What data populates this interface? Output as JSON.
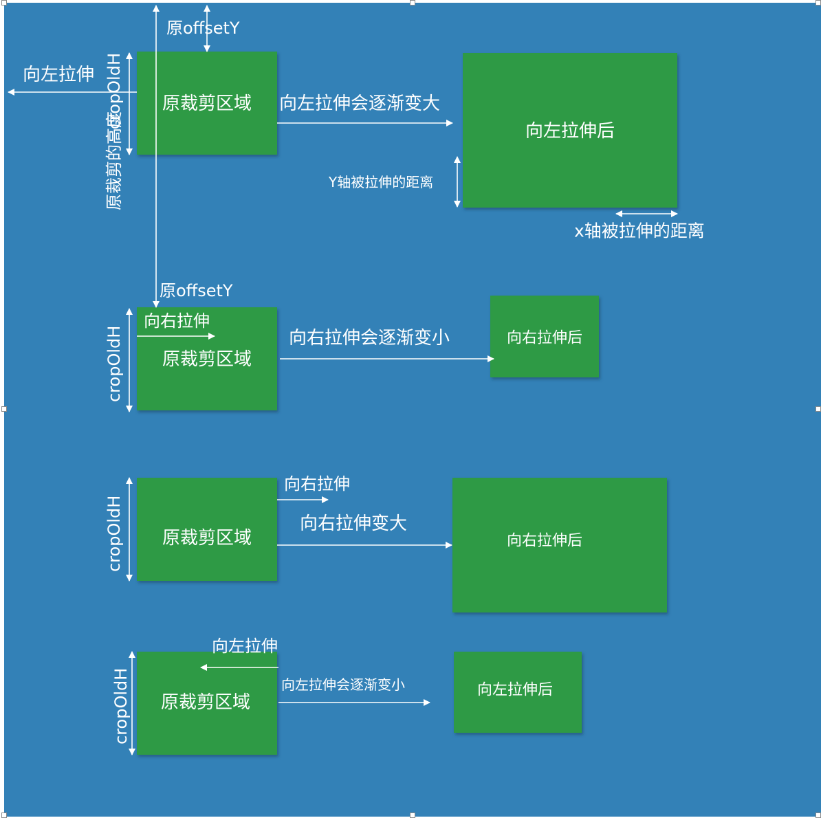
{
  "colors": {
    "background": "#3381b7",
    "box_fill": "#2f9a45",
    "box_shadow": "#23506f",
    "ink": "#ffffff"
  },
  "boxes": [
    {
      "id": "orig-1",
      "label": "原裁剪区域"
    },
    {
      "id": "after-1",
      "label": "向左拉伸后"
    },
    {
      "id": "orig-2",
      "label": "原裁剪区域"
    },
    {
      "id": "after-2",
      "label": "向右拉伸后"
    },
    {
      "id": "orig-3",
      "label": "原裁剪区域"
    },
    {
      "id": "after-3",
      "label": "向右拉伸后"
    },
    {
      "id": "orig-4",
      "label": "原裁剪区域"
    },
    {
      "id": "after-4",
      "label": "向左拉伸后"
    }
  ],
  "annotations": [
    {
      "id": "offset-y-top",
      "text": "原offsetY"
    },
    {
      "id": "stretch-left-1",
      "text": "向左拉伸"
    },
    {
      "id": "crop-old-h-1",
      "text": "cropOldH"
    },
    {
      "id": "orig-crop-height",
      "text": "原裁剪的高度"
    },
    {
      "id": "grow-left-1",
      "text": "向左拉伸会逐渐变大"
    },
    {
      "id": "y-stretch-distance",
      "text": "Y轴被拉伸的距离"
    },
    {
      "id": "x-stretch-distance",
      "text": "x轴被拉伸的距离"
    },
    {
      "id": "offset-y-2",
      "text": "原offsetY"
    },
    {
      "id": "stretch-right-2",
      "text": "向右拉伸"
    },
    {
      "id": "shrink-right-2",
      "text": "向右拉伸会逐渐变小"
    },
    {
      "id": "crop-old-h-2",
      "text": "cropOldH"
    },
    {
      "id": "crop-old-h-3",
      "text": "cropOldH"
    },
    {
      "id": "stretch-right-3",
      "text": "向右拉伸"
    },
    {
      "id": "grow-right-3",
      "text": "向右拉伸变大"
    },
    {
      "id": "crop-old-h-4",
      "text": "cropOldH"
    },
    {
      "id": "stretch-left-4",
      "text": "向左拉伸"
    },
    {
      "id": "shrink-left-4",
      "text": "向左拉伸会逐渐变小"
    }
  ]
}
